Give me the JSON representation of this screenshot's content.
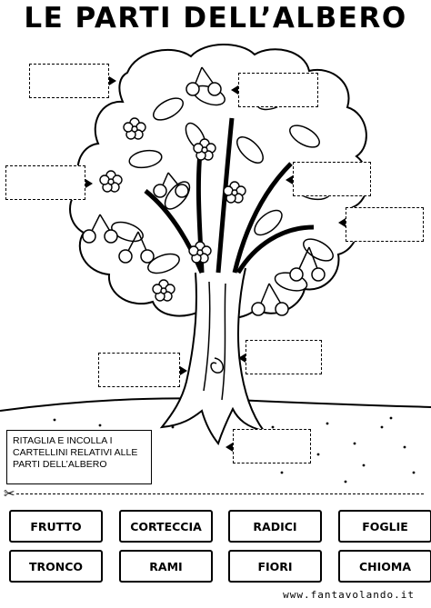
{
  "title": "LE PARTI DELL’ALBERO",
  "instructions": "RITAGLIA E INCOLLA I CARTELLINI RELATIVI ALLE PARTI DELL’ALBERO",
  "cards": [
    "FRUTTO",
    "CORTECCIA",
    "RADICI",
    "FOGLIE",
    "TRONCO",
    "RAMI",
    "FIORI",
    "CHIOMA"
  ],
  "website": "www.fantavolando.it",
  "icons": {
    "cut": "scissors-icon"
  }
}
